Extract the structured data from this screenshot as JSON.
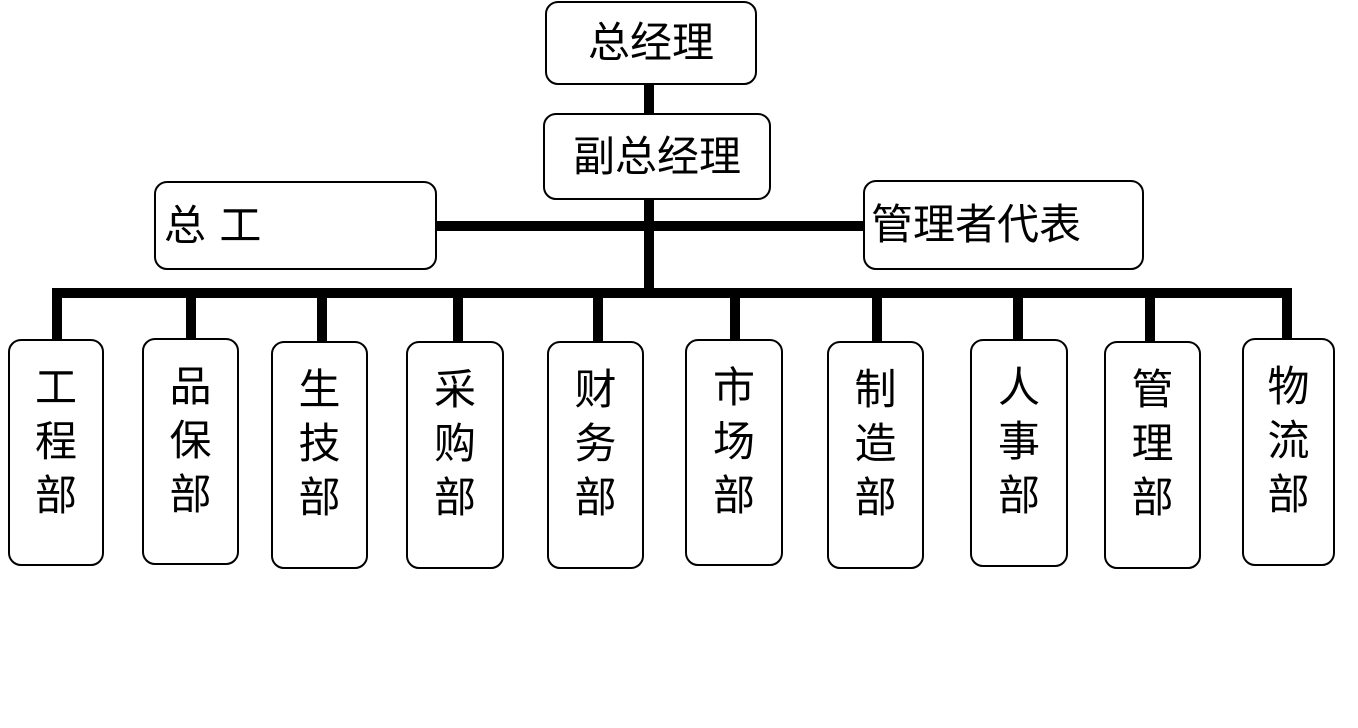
{
  "ceo": {
    "label": "总经理"
  },
  "deputy": {
    "label": "副总经理"
  },
  "chief_engineer": {
    "label": "总 工"
  },
  "mgmt_rep": {
    "label": "管理者代表"
  },
  "departments": [
    {
      "label": "工程部"
    },
    {
      "label": "品保部"
    },
    {
      "label": "生技部"
    },
    {
      "label": "采购部"
    },
    {
      "label": "财务部"
    },
    {
      "label": "市场部"
    },
    {
      "label": "制造部"
    },
    {
      "label": "人事部"
    },
    {
      "label": "管理部"
    },
    {
      "label": "物流部"
    }
  ],
  "colors": {
    "line": "#000000",
    "box_border": "#000000",
    "background": "#ffffff"
  }
}
